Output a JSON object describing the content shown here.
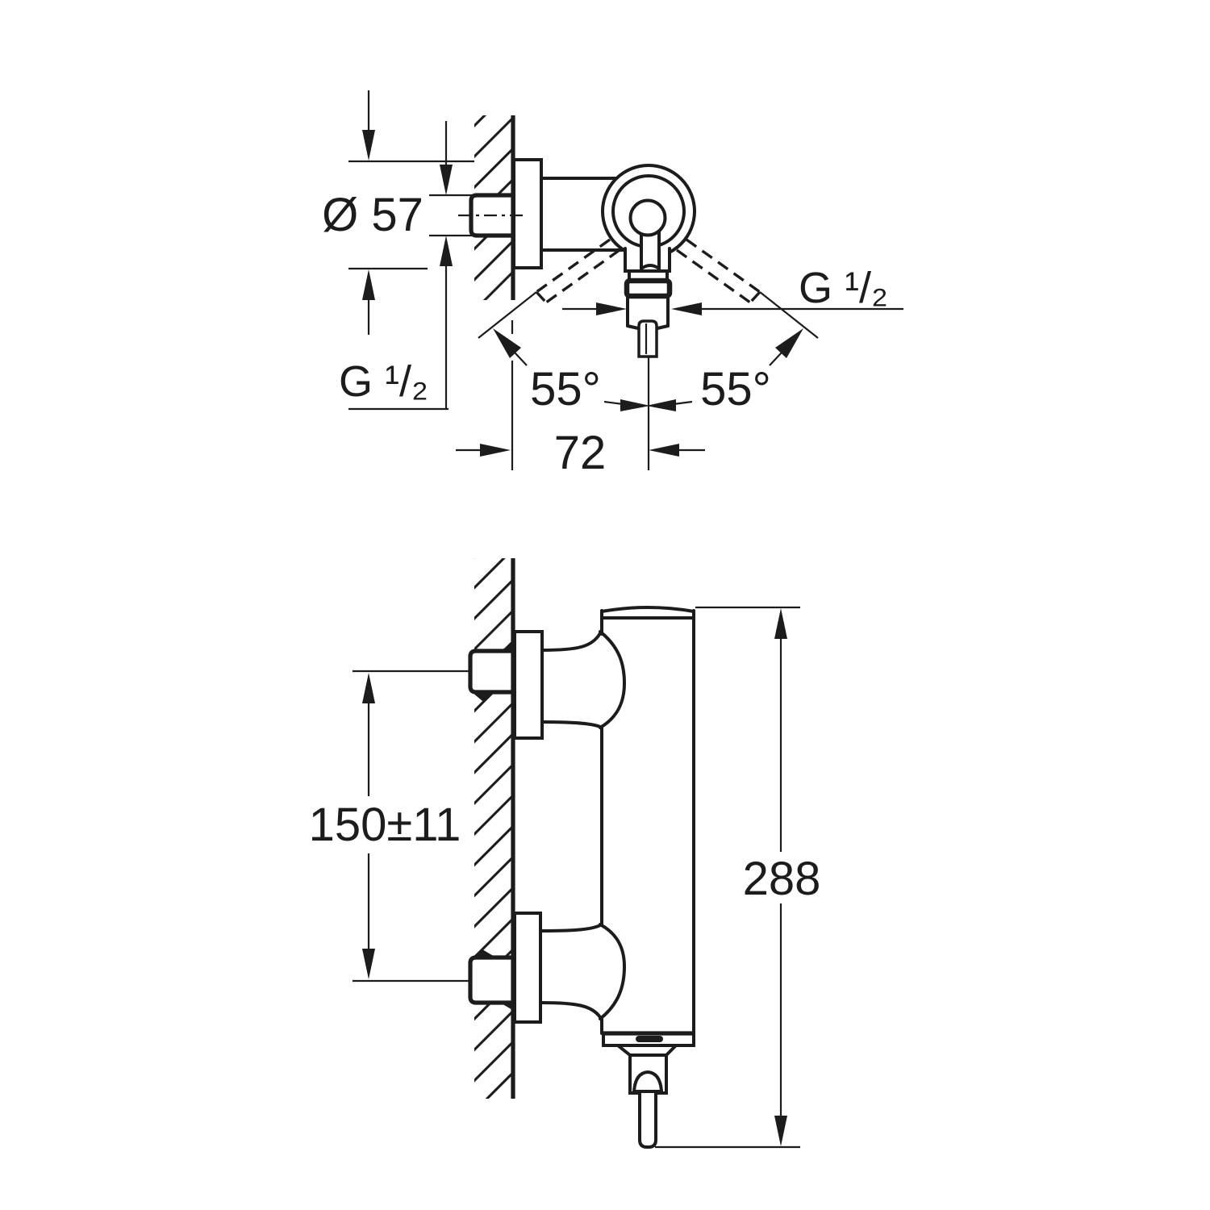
{
  "drawing": {
    "background": "#ffffff",
    "line_color": "#1c1c1c",
    "views": {
      "plan": {
        "labels": {
          "escutcheon_diameter": "Ø 57",
          "wall_union_thread": "G ¹/₂",
          "swing_angle_left": "55°",
          "swing_angle_right": "55°",
          "wall_to_outlet_center": "72",
          "outlet_thread": "G ¹/₂"
        }
      },
      "elevation": {
        "labels": {
          "inlet_center_distance": "150±11",
          "overall_height": "288"
        }
      }
    }
  }
}
